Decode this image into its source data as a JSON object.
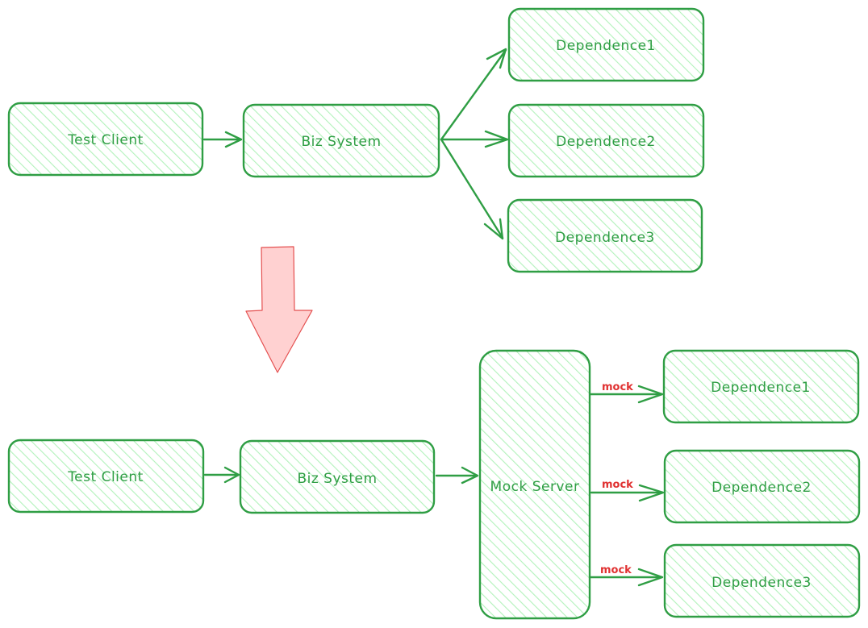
{
  "colors": {
    "stroke": "#2f9e44",
    "fill": "#b2f2bb",
    "mock_label": "#e03131",
    "transition_arrow_fill": "#ffc9c9",
    "transition_arrow_stroke": "#e03131"
  },
  "top_diagram": {
    "nodes": {
      "test_client": "Test Client",
      "biz_system": "Biz System",
      "dependence1": "Dependence1",
      "dependence2": "Dependence2",
      "dependence3": "Dependence3"
    }
  },
  "bottom_diagram": {
    "nodes": {
      "test_client": "Test Client",
      "biz_system": "Biz System",
      "mock_server": "Mock Server",
      "dependence1": "Dependence1",
      "dependence2": "Dependence2",
      "dependence3": "Dependence3"
    },
    "edge_labels": {
      "mock1": "mock",
      "mock2": "mock",
      "mock3": "mock"
    }
  }
}
